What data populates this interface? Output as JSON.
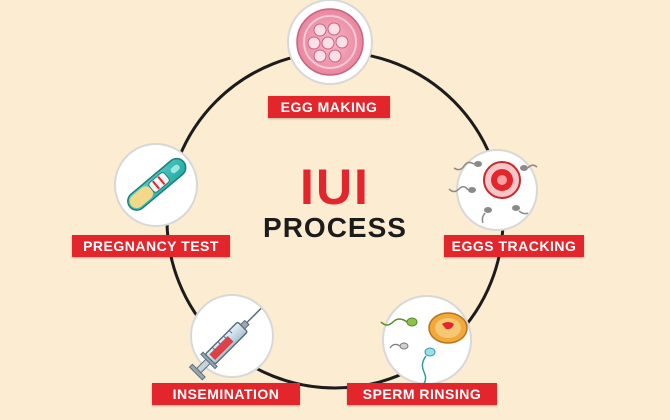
{
  "title": {
    "main": "IUI",
    "sub": "PROCESS"
  },
  "steps": [
    {
      "label": "EGG MAKING",
      "icon": "egg-cluster-icon"
    },
    {
      "label": "EGGS TRACKING",
      "icon": "egg-with-sperm-icon"
    },
    {
      "label": "SPERM RINSING",
      "icon": "sperm-rinsing-icon"
    },
    {
      "label": "INSEMINATION",
      "icon": "syringe-icon"
    },
    {
      "label": "PREGNANCY TEST",
      "icon": "pregnancy-test-icon"
    }
  ],
  "colors": {
    "background": "#fbecd2",
    "accent": "#e3262b",
    "ring": "#1c1c1c",
    "title_sub": "#1c1c1c"
  }
}
